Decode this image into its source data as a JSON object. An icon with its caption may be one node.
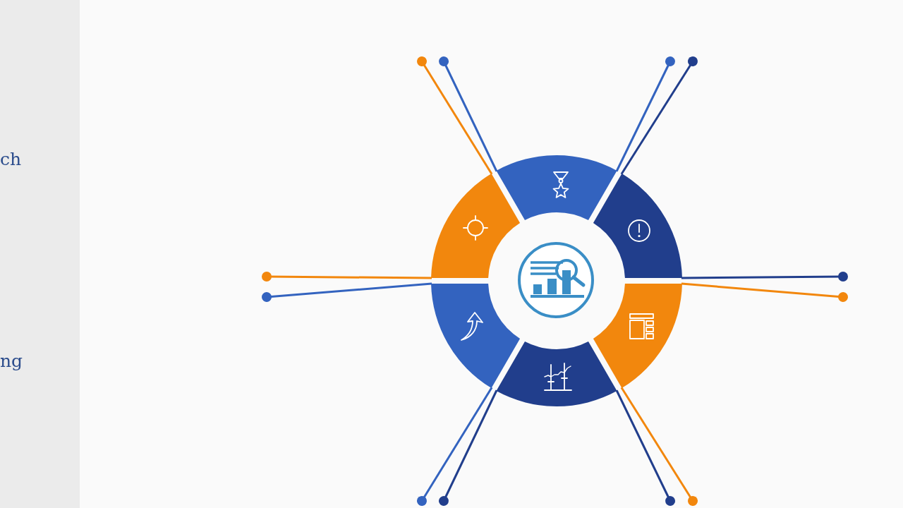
{
  "diagram": {
    "nodes": [
      {
        "text": [],
        "shape": "segment"
      },
      {
        "text": [],
        "shape": "segment"
      },
      {
        "text": [],
        "shape": "segment"
      },
      {
        "text": [],
        "shape": "segment"
      },
      {
        "text": [],
        "shape": "segment"
      },
      {
        "text": [],
        "shape": "segment"
      }
    ],
    "edges": [
      {
        "from": 0,
        "to": null,
        "arrow": "other",
        "color": "#3363bf"
      },
      {
        "from": 0,
        "to": null,
        "arrow": "other",
        "color": "#3363bf"
      },
      {
        "from": 1,
        "to": null,
        "arrow": "other",
        "color": "#213e8c"
      },
      {
        "from": 1,
        "to": null,
        "arrow": "other",
        "color": "#213e8c"
      },
      {
        "from": 2,
        "to": null,
        "arrow": "other",
        "color": "#f2870d"
      },
      {
        "from": 2,
        "to": null,
        "arrow": "other",
        "color": "#f2870d"
      },
      {
        "from": 3,
        "to": null,
        "arrow": "other",
        "color": "#213e8c"
      },
      {
        "from": 3,
        "to": null,
        "arrow": "other",
        "color": "#213e8c"
      },
      {
        "from": 4,
        "to": null,
        "arrow": "other",
        "color": "#3363bf"
      },
      {
        "from": 4,
        "to": null,
        "arrow": "other",
        "color": "#3363bf"
      },
      {
        "from": 5,
        "to": null,
        "arrow": "other",
        "color": "#f2870d"
      },
      {
        "from": 5,
        "to": null,
        "arrow": "other",
        "color": "#f2870d"
      }
    ],
    "labels": [
      "ch",
      "ng"
    ]
  }
}
